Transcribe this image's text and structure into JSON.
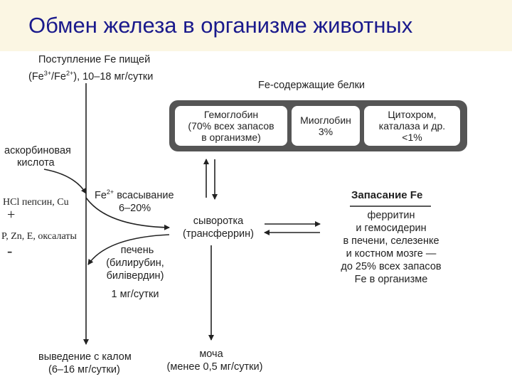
{
  "title": "Обмен железа в организме животных",
  "intake": {
    "line1": "Поступление Fe пищей",
    "line2_pre": "(Fe",
    "line2_sup1": "3+",
    "line2_mid": "/Fe",
    "line2_sup2": "2+",
    "line2_post": "), 10–18 мг/сутки"
  },
  "proteins": {
    "heading": "Fe-содержащие белки",
    "items": [
      {
        "line1": "Гемоглобин",
        "line2": "(70% всех запасов",
        "line3": "в организме)"
      },
      {
        "line1": "Миоглобин",
        "line2": "3%"
      },
      {
        "line1": "Цитохром,",
        "line2": "каталаза и др.",
        "line3": "<1%"
      }
    ]
  },
  "ascorbic": {
    "line1": "аскорбиновая",
    "line2": "кислота"
  },
  "enhancers": {
    "text": "HCl пепсин, Cu",
    "sign": "+"
  },
  "inhibitors": {
    "text": "P, Zn, E, оксалаты",
    "sign": "-"
  },
  "absorption": {
    "pre": "Fe",
    "sup": "2+",
    "post": " всасывание",
    "line2": "6–20%"
  },
  "serum": {
    "line1": "сыворотка",
    "line2": "(трансферрин)"
  },
  "liver": {
    "line1": "печень",
    "line2": "(билирубин,",
    "line3": "билівердин)",
    "line4": "1 мг/сутки"
  },
  "storage": {
    "heading": "Запасание Fe",
    "lines": [
      "ферритин",
      "и гемосидерин",
      "в печени, селезенке",
      "и костном мозге —",
      "до 25% всех запасов",
      "Fe в организме"
    ]
  },
  "feces": {
    "line1": "выведение с калом",
    "line2": "(6–16 мг/сутки)"
  },
  "urine": {
    "line1": "моча",
    "line2": "(менее 0,5 мг/сутки)"
  }
}
